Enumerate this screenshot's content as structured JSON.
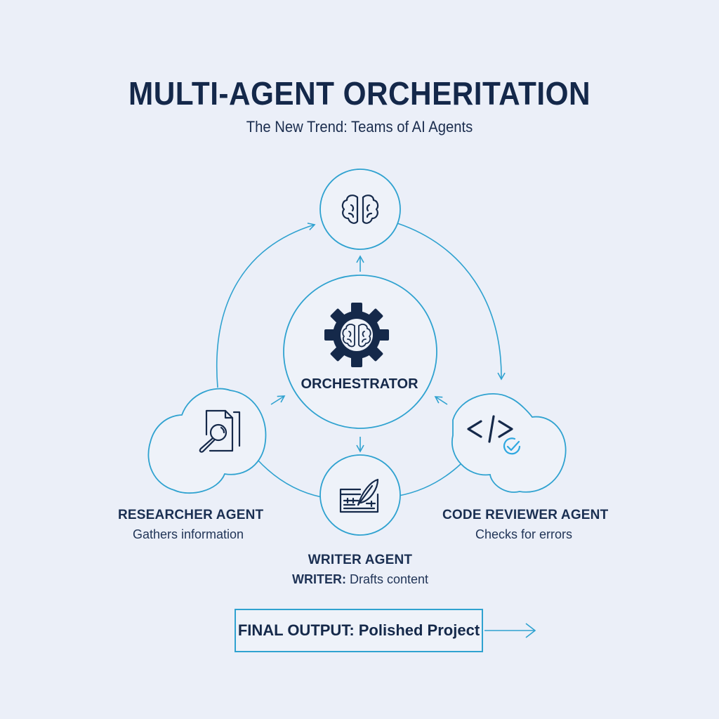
{
  "header": {
    "title": "MULTI-AGENT ORCHERITATION",
    "subtitle": "The New Trend: Teams of AI Agents"
  },
  "nodes": {
    "top": {
      "icon": "brain-icon"
    },
    "orchestrator": {
      "label": "ORCHESTRATOR",
      "icon": "gear-brain-icon"
    },
    "researcher": {
      "icon": "document-search-icon",
      "name": "RESEARCHER AGENT",
      "description": "Gathers information"
    },
    "writer": {
      "icon": "quill-document-icon",
      "name": "WRITER AGENT",
      "description_prefix": "WRITER:",
      "description": " Drafts content"
    },
    "code_reviewer": {
      "icon": "code-check-icon",
      "name": "CODE REVIEWER AGENT",
      "description": "Checks for errors"
    }
  },
  "final_output": {
    "label": "FINAL OUTPUT: Polished Project",
    "icon": "arrow-right-icon"
  },
  "colors": {
    "background": "#ebeff8",
    "line": "#2fa2d0",
    "text": "#15294a",
    "accent_check": "#2fa8e0"
  }
}
